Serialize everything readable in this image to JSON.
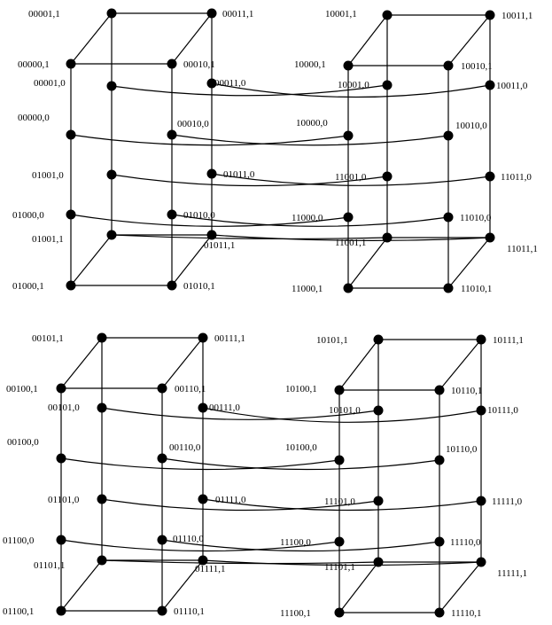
{
  "colors": {
    "line": "#000000",
    "node": "#000000",
    "background": "#ffffff"
  },
  "labels": {
    "00001,1": "00001,1",
    "00011,1": "00011,1",
    "00000,1": "00000,1",
    "00010,1": "00010,1",
    "00001,0": "00001,0",
    "00011,0": "00011,0",
    "00000,0": "00000,0",
    "00010,0": "00010,0",
    "01001,0": "01001,0",
    "01011,0": "01011,0",
    "01000,0": "01000,0",
    "01010,0": "01010,0",
    "01001,1": "01001,1",
    "01011,1": "01011,1",
    "01000,1": "01000,1",
    "01010,1": "01010,1",
    "10001,1": "10001,1",
    "10011,1": "10011,1",
    "10000,1": "10000,1",
    "10010,1": "10010,1",
    "10001,0": "10001,0",
    "10011,0": "10011,0",
    "10000,0": "10000,0",
    "10010,0": "10010,0",
    "11001,0": "11001,0",
    "11011,0": "11011,0",
    "11000,0": "11000,0",
    "11010,0": "11010,0",
    "11001,1": "11001,1",
    "11011,1": "11011,1",
    "11000,1": "11000,1",
    "11010,1": "11010,1",
    "00101,1": "00101,1",
    "00111,1": "00111,1",
    "00100,1": "00100,1",
    "00110,1": "00110,1",
    "00101,0": "00101,0",
    "00111,0": "00111,0",
    "00100,0": "00100,0",
    "00110,0": "00110,0",
    "01101,0": "01101,0",
    "01111,0": "01111,0",
    "01100,0": "01100,0",
    "01110,0": "01110,0",
    "01101,1": "01101,1",
    "01111,1": "01111,1",
    "01100,1": "01100,1",
    "01110,1": "01110,1",
    "10101,1": "10101,1",
    "10111,1": "10111,1",
    "10100,1": "10100,1",
    "10110,1": "10110,1",
    "10101,0": "10101,0",
    "10111,0": "10111,0",
    "10100,0": "10100,0",
    "10110,0": "10110,0",
    "11101,0": "11101,0",
    "11111,0": "11111,0",
    "11100,0": "11100,0",
    "11110,0": "11110,0",
    "11101,1": "11101,1",
    "11111,1": "11111,1",
    "11100,1": "11100,1",
    "11110,1": "11110,1"
  }
}
